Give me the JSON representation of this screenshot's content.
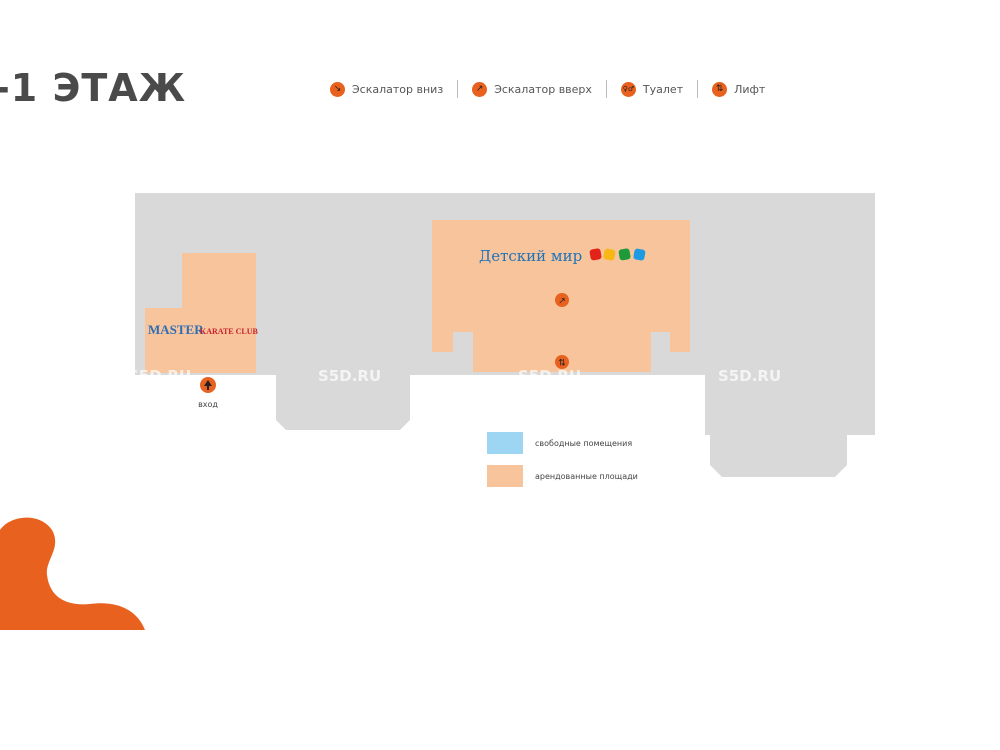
{
  "title": "-1 ЭТАЖ",
  "top_legend": [
    {
      "icon": "escalator-down-icon",
      "glyph": "↘",
      "label": "Эскалатор вниз"
    },
    {
      "icon": "escalator-up-icon",
      "glyph": "↗",
      "label": "Эскалатор вверх"
    },
    {
      "icon": "toilet-icon",
      "glyph": "♀♂",
      "label": "Туалет"
    },
    {
      "icon": "elevator-icon",
      "glyph": "⇅",
      "label": "Лифт"
    }
  ],
  "stores": {
    "master": {
      "name_a": "MASTER",
      "name_b": "KARATE CLUB"
    },
    "detsky_mir": {
      "name": "Детский мир"
    }
  },
  "entrance": {
    "label": "вход"
  },
  "watermark": "S5D.RU",
  "legend": [
    {
      "label": "свободные помещения",
      "color": "#9dd6f2"
    },
    {
      "label": "арендованные площади",
      "color": "#f7c49c"
    }
  ],
  "colors": {
    "building": "#d9d9d9",
    "rented": "#f7c49c",
    "accent": "#e8611e"
  }
}
